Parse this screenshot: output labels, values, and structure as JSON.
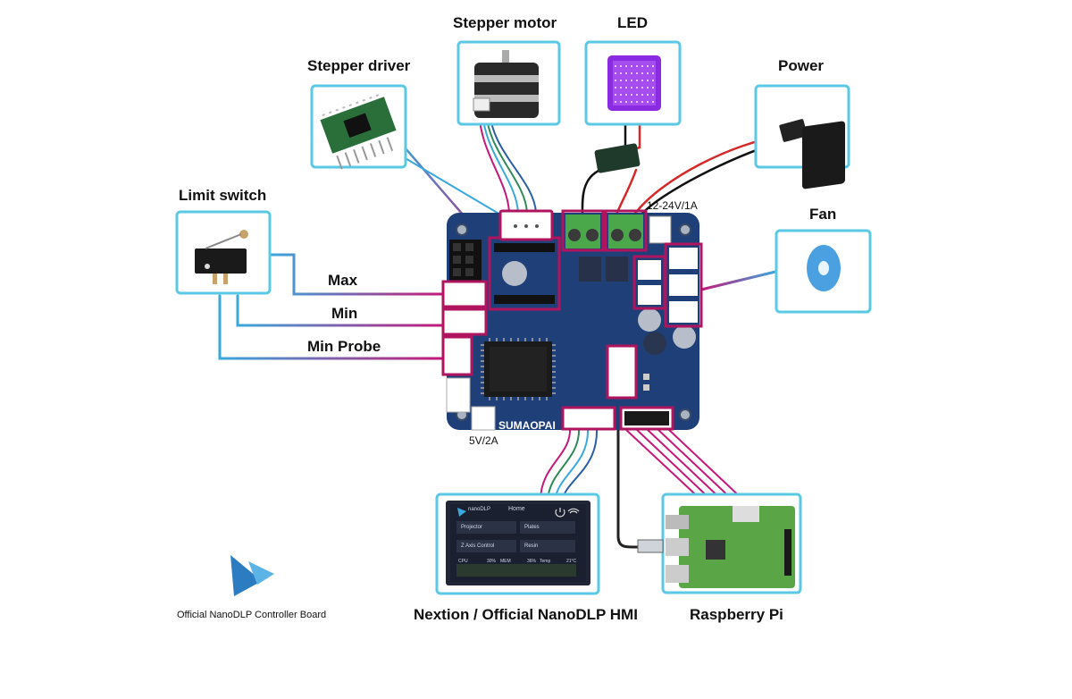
{
  "components": {
    "stepper_driver": "Stepper driver",
    "stepper_motor": "Stepper motor",
    "led": "LED",
    "power": "Power",
    "limit_switch": "Limit switch",
    "fan": "Fan",
    "hmi": "Nextion / Official NanoDLP HMI",
    "raspberry_pi": "Raspberry Pi"
  },
  "ports": {
    "max": "Max",
    "min": "Min",
    "min_probe": "Min Probe",
    "power_rating": "12-24V/1A",
    "usb_rating": "5V/2A"
  },
  "board": {
    "brand": "SUMAOPAI",
    "caption": "Official NanoDLP Controller Board"
  },
  "hmi_screen": {
    "title": "Home",
    "logo_text": "nanoDLP",
    "buttons": [
      "Projector",
      "Plates",
      "Z Axis Control",
      "Resin"
    ],
    "stats": [
      "CPU",
      "30%",
      "MEM",
      "36%",
      "Temp",
      "21°C"
    ]
  },
  "colors": {
    "board": "#1f3f78",
    "box_border": "#5bc8e6",
    "connector": "#b0145e",
    "wire_blue": "#3aa8dc",
    "wire_magenta": "#c4187a",
    "pcb_green": "#5aa646"
  },
  "icons": [
    "logo-bird-icon",
    "wifi-icon",
    "power-icon"
  ]
}
